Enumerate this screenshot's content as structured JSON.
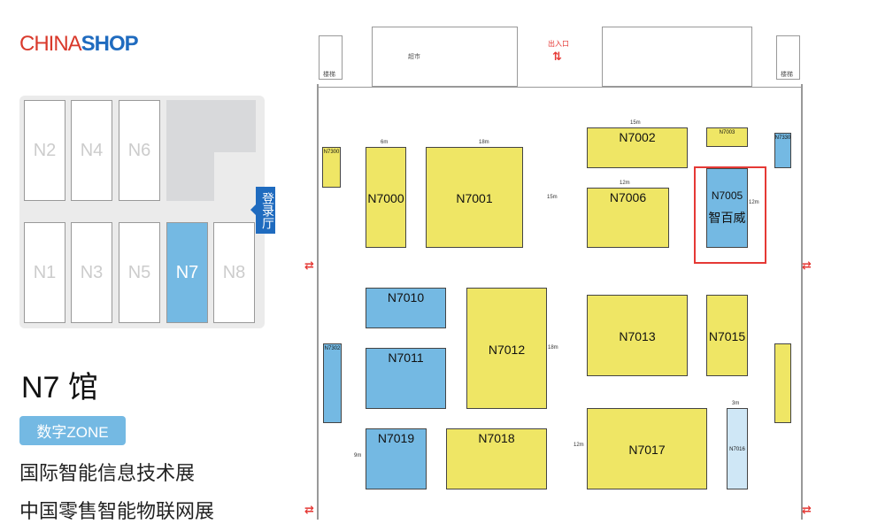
{
  "logo": {
    "part1": "CHINA",
    "part2": "SHOP"
  },
  "halls": [
    "N2",
    "N4",
    "N6",
    "N1",
    "N3",
    "N5",
    "N7",
    "N8"
  ],
  "lobby": "登录厅",
  "hall_title": "N7 馆",
  "zone_badge": "数字ZONE",
  "exhibitions": [
    "国际智能信息技术展",
    "中国零售智能物联网展"
  ],
  "floor": {
    "supermarket": "超市",
    "entrance": "出入口",
    "stairs": "楼梯"
  },
  "booths": {
    "N7300": "N7300",
    "N7000": "N7000",
    "N7001": "N7001",
    "N7002": "N7002",
    "N7003": "N7003",
    "N7005": "N7005",
    "N7005_name": "智百威",
    "N7330": "N7330",
    "N7006": "N7006",
    "N7010": "N7010",
    "N7011": "N7011",
    "N7012": "N7012",
    "N7013": "N7013",
    "N7015": "N7015",
    "N7302": "N7302",
    "N7019": "N7019",
    "N7018": "N7018",
    "N7017": "N7017",
    "N7016": "N7016"
  },
  "dims": {
    "d6": "6m",
    "d18": "18m",
    "d15": "15m",
    "d12": "12m",
    "d9": "9m",
    "d3": "3m"
  },
  "colors": {
    "yellow": "#efe665",
    "blue": "#74b9e3",
    "highlight": "#e53935"
  }
}
